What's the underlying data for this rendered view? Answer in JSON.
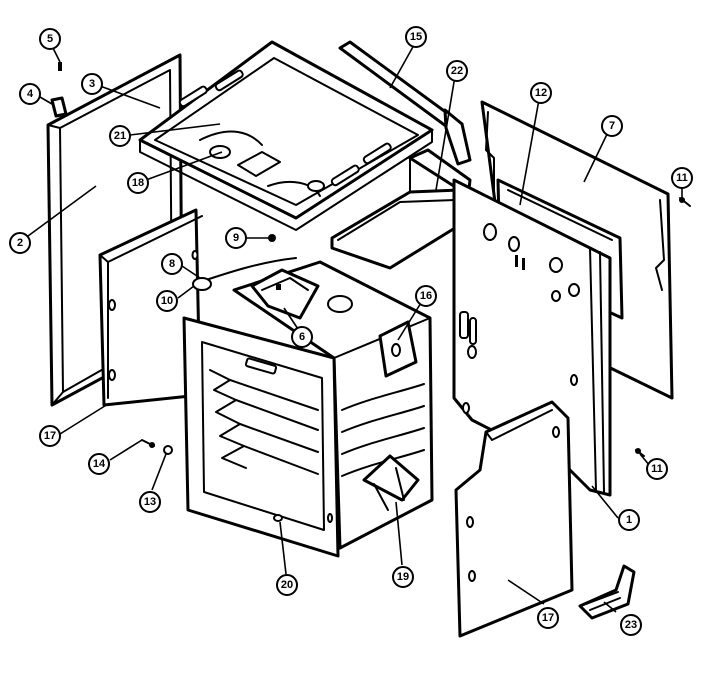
{
  "callouts": [
    {
      "label": "5"
    },
    {
      "label": "4"
    },
    {
      "label": "3"
    },
    {
      "label": "2"
    },
    {
      "label": "21"
    },
    {
      "label": "18"
    },
    {
      "label": "15"
    },
    {
      "label": "22"
    },
    {
      "label": "12"
    },
    {
      "label": "7"
    },
    {
      "label": "11"
    },
    {
      "label": "9"
    },
    {
      "label": "8"
    },
    {
      "label": "10"
    },
    {
      "label": "6"
    },
    {
      "label": "16"
    },
    {
      "label": "17"
    },
    {
      "label": "14"
    },
    {
      "label": "13"
    },
    {
      "label": "20"
    },
    {
      "label": "19"
    },
    {
      "label": "11"
    },
    {
      "label": "1"
    },
    {
      "label": "17"
    },
    {
      "label": "23"
    }
  ]
}
